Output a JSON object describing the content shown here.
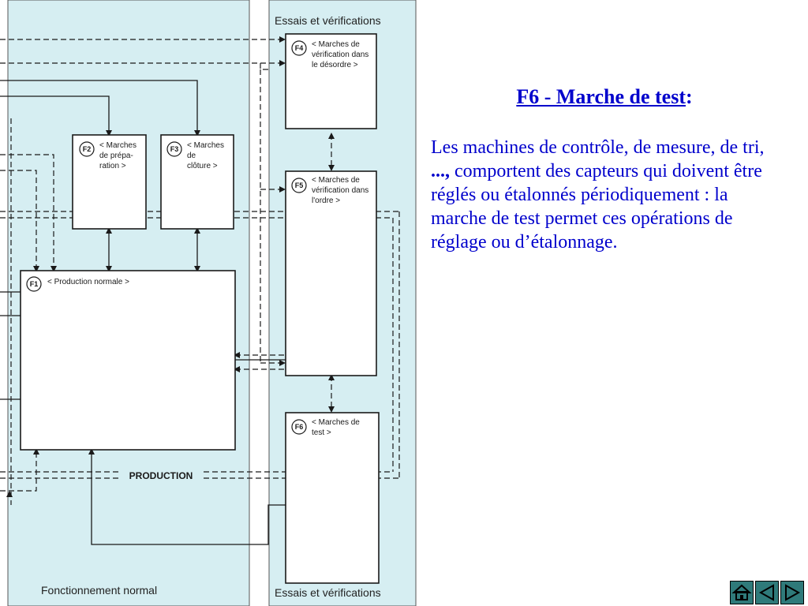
{
  "diagram": {
    "panel_left_title": "Fonctionnement normal",
    "panel_right_title_top": "Essais et vérifications",
    "panel_right_title_bottom": "Essais et vérifications",
    "production_label": "PRODUCTION",
    "boxes": {
      "f1": {
        "tag": "F1",
        "lines": [
          "< Production normale >"
        ]
      },
      "f2": {
        "tag": "F2",
        "lines": [
          "< Marches",
          "de prépa-",
          "ration >"
        ]
      },
      "f3": {
        "tag": "F3",
        "lines": [
          "< Marches",
          "de",
          "clôture >"
        ]
      },
      "f4": {
        "tag": "F4",
        "lines": [
          "< Marches de",
          "vérification dans",
          "le désordre >"
        ]
      },
      "f5": {
        "tag": "F5",
        "lines": [
          "< Marches de",
          "vérification dans",
          "l'ordre >"
        ]
      },
      "f6": {
        "tag": "F6",
        "lines": [
          "< Marches de",
          "test >"
        ]
      }
    }
  },
  "slide": {
    "title": "F6 - Marche de test",
    "title_colon": ":",
    "body_part1": "Les machines de contrôle, de mesure, de tri, ",
    "body_bold": "...,",
    "body_part2": " comportent des capteurs qui doivent être réglés ou étalonnés périodiquement : la marche de test permet ces opérations de réglage ou d’étalonnage."
  },
  "nav": {
    "home_icon": "home-icon",
    "prev_icon": "triangle-left-icon",
    "next_icon": "triangle-right-icon",
    "color": "#2f7a7a"
  }
}
